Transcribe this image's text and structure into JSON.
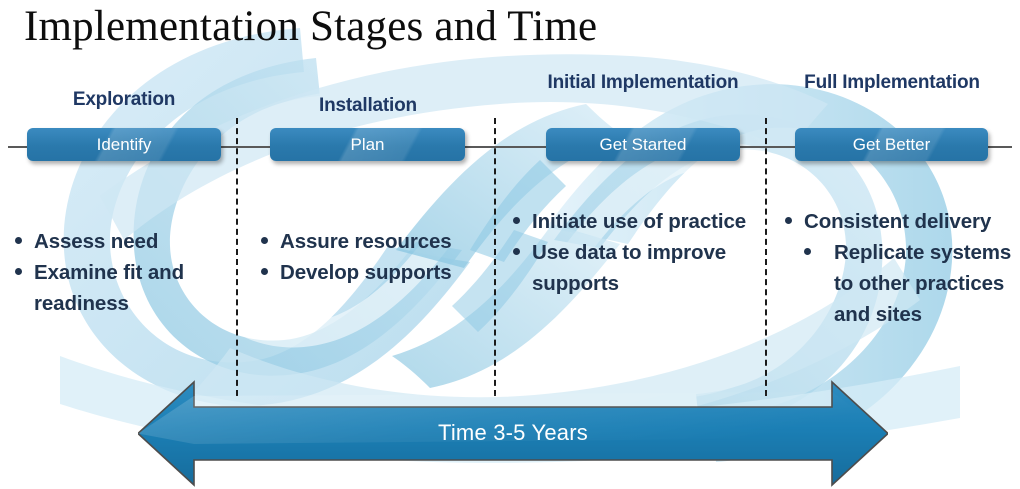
{
  "title": "Implementation Stages and Time",
  "colors": {
    "title_text": "#0d0d0d",
    "stage_heading": "#1f3864",
    "chip_fill": "#2a79ac",
    "chip_text": "#ffffff",
    "bullet_text": "#20334d",
    "axis_line": "#595959",
    "divider_line": "#1a1a1a",
    "arrow_fill": "#1b7fb5",
    "swoosh_light": "#cfe7f3",
    "swoosh_mid": "#a8d4e8",
    "swoosh_dark": "#6fb6d6"
  },
  "stages": [
    {
      "heading": "Exploration",
      "chip_label": "Identify",
      "bullets": [
        {
          "text": "Assess need",
          "indented": false
        },
        {
          "text": "Examine fit and readiness",
          "indented": false
        }
      ]
    },
    {
      "heading": "Installation",
      "chip_label": "Plan",
      "bullets": [
        {
          "text": "Assure resources",
          "indented": false
        },
        {
          "text": "Develop supports",
          "indented": false
        }
      ]
    },
    {
      "heading": "Initial Implementation",
      "chip_label": "Get Started",
      "bullets": [
        {
          "text": "Initiate use of practice",
          "indented": false
        },
        {
          "text": "Use data to improve supports",
          "indented": false
        }
      ]
    },
    {
      "heading": "Full Implementation",
      "chip_label": "Get Better",
      "bullets": [
        {
          "text": "Consistent delivery",
          "indented": false
        },
        {
          "text": "Replicate systems to other practices and sites",
          "indented": true
        }
      ]
    }
  ],
  "timeline": {
    "arrow_label": "Time 3-5 Years",
    "divider_count": 3
  }
}
